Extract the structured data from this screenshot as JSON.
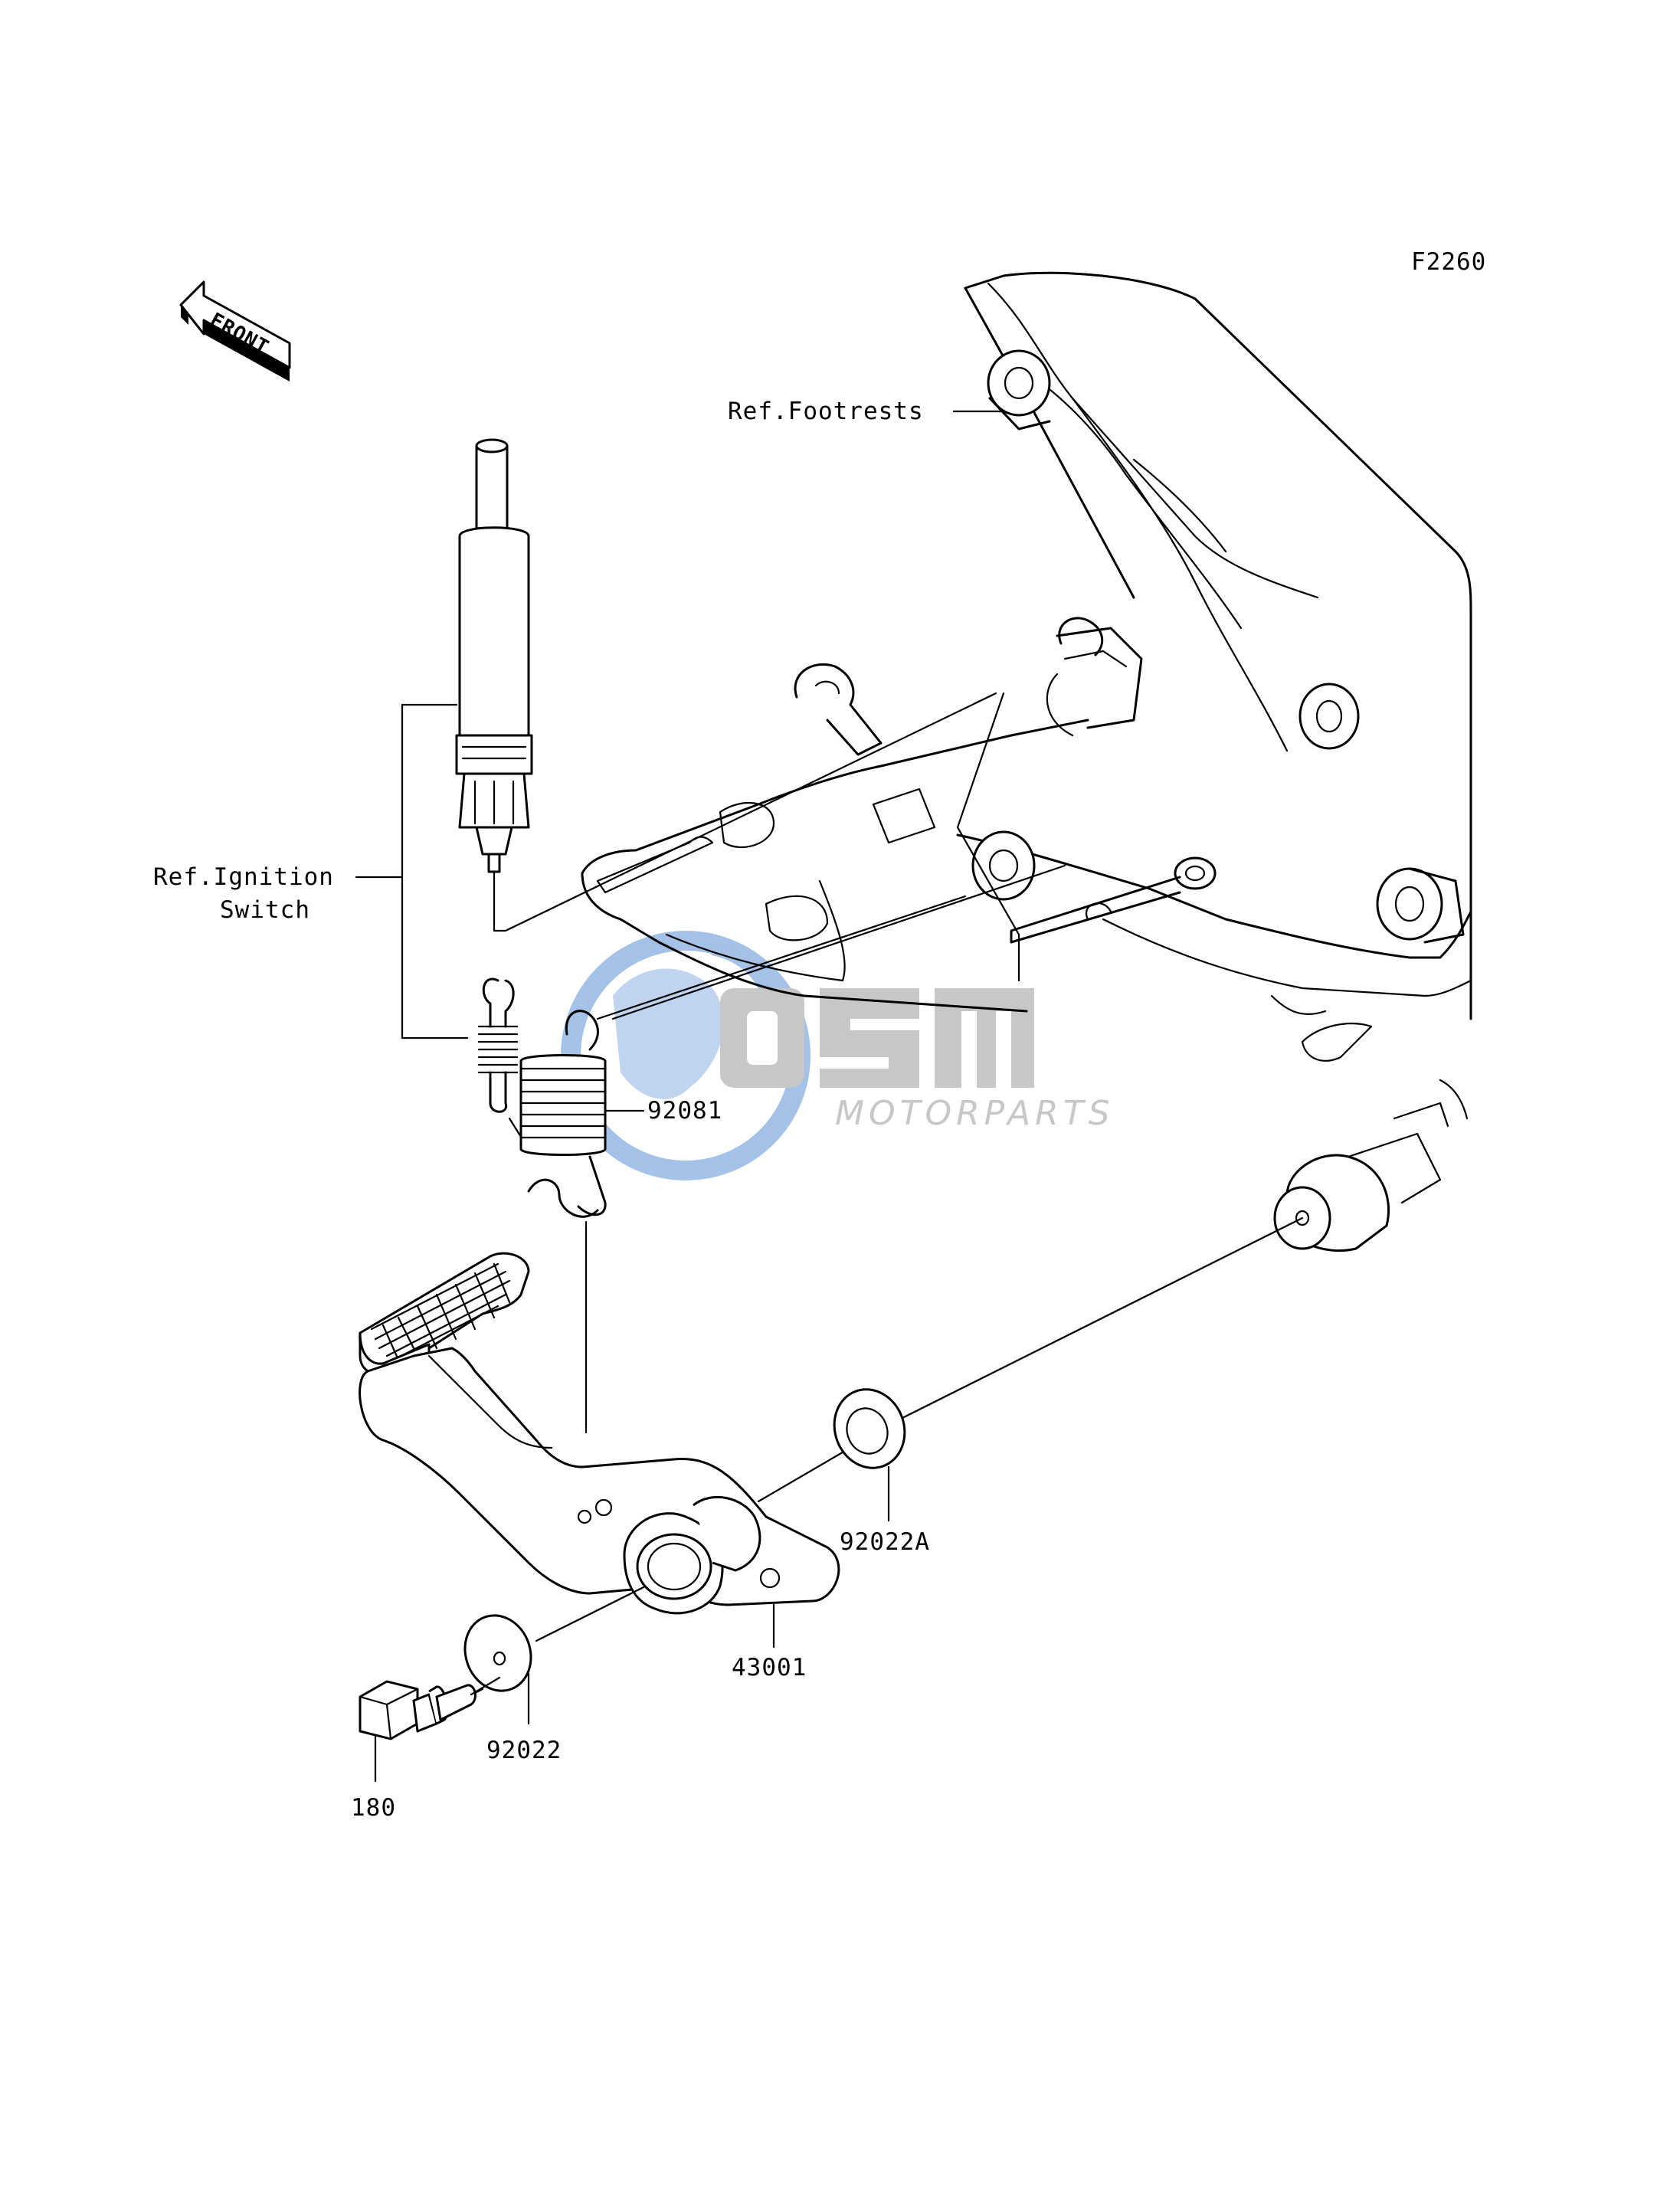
{
  "diagram": {
    "figure_code": "F2260",
    "front_arrow_text": "FRONT",
    "colors": {
      "line": "#000000",
      "background": "#ffffff",
      "watermark_blue": "#5b8fd6",
      "watermark_gray": "#9a9a9a"
    },
    "watermark": {
      "logo_text": "OSM",
      "sub_text": "MOTORPARTS"
    },
    "labels": {
      "ref_footrests": "Ref.Footrests",
      "ref_ignition_line1": "Ref.Ignition",
      "ref_ignition_line2": "Switch",
      "part_92081": "92081",
      "part_92022A": "92022A",
      "part_43001": "43001",
      "part_92022": "92022",
      "part_180": "180"
    },
    "icons": [
      "front-arrow-icon",
      "brake-switch",
      "return-spring",
      "brake-pedal",
      "washer",
      "flange-bolt",
      "footrest-bracket",
      "osm-watermark-logo"
    ]
  }
}
